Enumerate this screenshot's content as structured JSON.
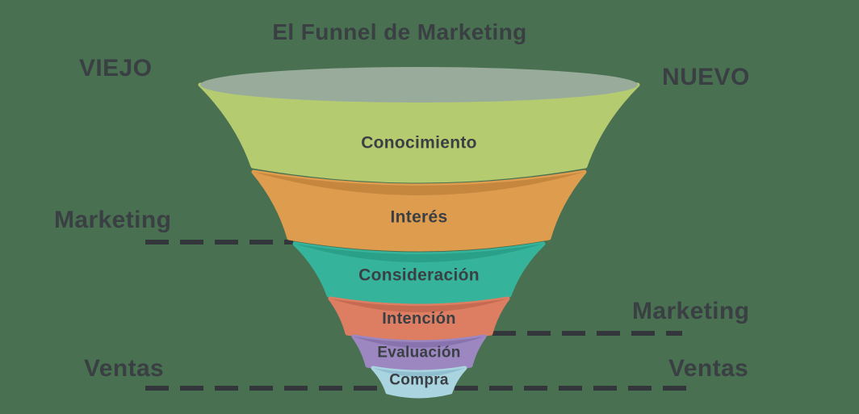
{
  "background_color": "#497050",
  "text_color": "#3a3f44",
  "divider_color": "#33363a",
  "title": "El Funnel de Marketing",
  "side_labels": {
    "viejo": "VIEJO",
    "nuevo": "NUEVO",
    "marketing_left": "Marketing",
    "marketing_right": "Marketing",
    "ventas_left": "Ventas",
    "ventas_right": "Ventas"
  },
  "chart_data": {
    "type": "funnel",
    "title": "El Funnel de Marketing",
    "stages": [
      {
        "label": "Conocimiento",
        "color": "#b5cb70",
        "rim_color": "#99ac9c"
      },
      {
        "label": "Interés",
        "color": "#de9c4e",
        "rim_color": "#c5873e"
      },
      {
        "label": "Consideración",
        "color": "#36b49b",
        "rim_color": "#2aa089"
      },
      {
        "label": "Intención",
        "color": "#dd7e62",
        "rim_color": "#c66b52"
      },
      {
        "label": "Evaluación",
        "color": "#9c87c0",
        "rim_color": "#8873ae"
      },
      {
        "label": "Compra",
        "color": "#a9d4e0",
        "rim_color": "#90c0d0"
      }
    ],
    "legend_position": "none",
    "annotations": [
      "VIEJO",
      "NUEVO",
      "Marketing (divider left, after Interés)",
      "Marketing (divider right, after Intención)",
      "Ventas (divider left, bottom)",
      "Ventas (divider right, bottom)"
    ]
  }
}
